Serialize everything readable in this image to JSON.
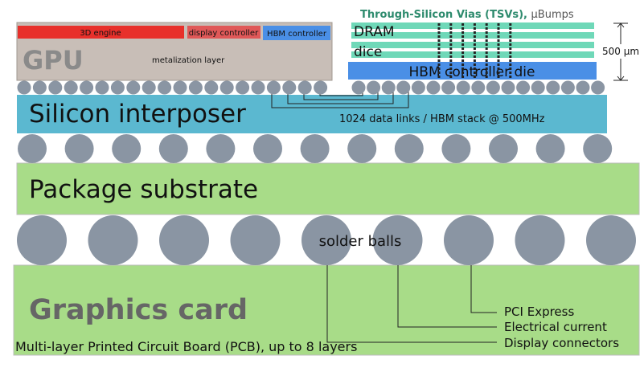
{
  "gpu": {
    "label": "GPU",
    "blocks": {
      "engine": "3D engine",
      "display_controller": "display controller",
      "hbm_controller": "HBM controller"
    },
    "metalization": "metalization layer"
  },
  "hbm": {
    "tsv_label": "Through-Silicon Vias (TSVs),",
    "ubumps_label": "μBumps",
    "dram_line1": "DRAM",
    "dram_line2": "dice",
    "controller_die": "HBM controller die",
    "height_label": "500 μm"
  },
  "interposer": {
    "label": "Silicon interposer",
    "links_label": "1024 data links / HBM stack @ 500MHz"
  },
  "substrate": {
    "label": "Package substrate"
  },
  "solder": {
    "label": "solder balls"
  },
  "pcb": {
    "label": "Graphics card",
    "caption": "Multi-layer Printed Circuit Board (PCB), up to 8 layers",
    "connections": [
      "PCI Express",
      "Electrical current",
      "Display connectors"
    ]
  },
  "colors": {
    "gpu_die": "#c8beb7",
    "engine": "#e8302b",
    "display_controller": "#e05858",
    "hbm_controller": "#4a8fe6",
    "dram_layer": "#6fd8b8",
    "tsv_text": "#2e8b6e",
    "controller_die": "#4a8fe6",
    "interposer": "#5bb8d0",
    "substrate": "#a8dc88",
    "pcb": "#a8dc88",
    "balls": "#8a95a3",
    "label_grey": "#666666"
  }
}
